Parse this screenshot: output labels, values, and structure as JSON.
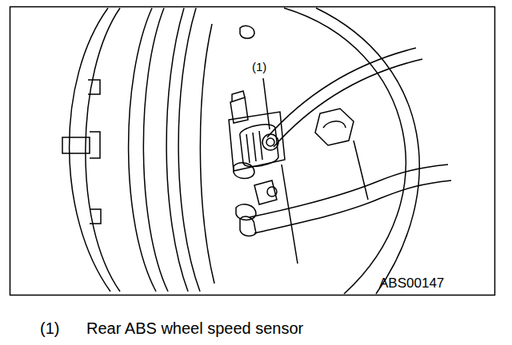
{
  "diagram": {
    "labels": [
      "(1)",
      "ABS00147",
      "(1)",
      "Rear ABS wheel speed sensor"
    ]
  }
}
